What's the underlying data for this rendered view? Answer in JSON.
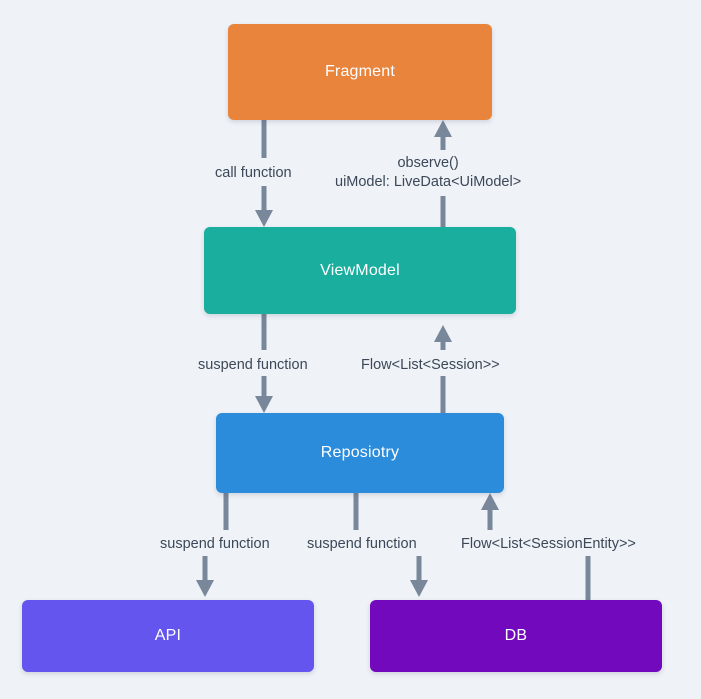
{
  "diagram": {
    "title": "Android app architecture data flow",
    "background_color": "#eff2f7",
    "connector_color": "#78879a",
    "label_text_color": "#3c4858"
  },
  "nodes": [
    {
      "id": "fragment",
      "label": "Fragment",
      "color": "#e8843c",
      "layer": "ui"
    },
    {
      "id": "viewmodel",
      "label": "ViewModel",
      "color": "#1aae9f",
      "layer": "presentation"
    },
    {
      "id": "repository",
      "label": "Reposiotry",
      "color": "#2b8cdc",
      "layer": "data"
    },
    {
      "id": "api",
      "label": "API",
      "color": "#6355ee",
      "layer": "remote-source"
    },
    {
      "id": "db",
      "label": "DB",
      "color": "#7209bd",
      "layer": "local-source"
    }
  ],
  "edges": [
    {
      "id": "fragment-to-viewmodel",
      "from": "fragment",
      "to": "viewmodel",
      "direction": "down",
      "label_lines": [
        "call function"
      ]
    },
    {
      "id": "viewmodel-to-fragment",
      "from": "viewmodel",
      "to": "fragment",
      "direction": "up",
      "label_lines": [
        "observe()",
        "uiModel: LiveData<UiModel>"
      ]
    },
    {
      "id": "viewmodel-to-repository",
      "from": "viewmodel",
      "to": "repository",
      "direction": "down",
      "label_lines": [
        "suspend function"
      ]
    },
    {
      "id": "repository-to-viewmodel",
      "from": "repository",
      "to": "viewmodel",
      "direction": "up",
      "label_lines": [
        "Flow<List<Session>>"
      ]
    },
    {
      "id": "repository-to-api",
      "from": "repository",
      "to": "api",
      "direction": "down",
      "label_lines": [
        "suspend function"
      ]
    },
    {
      "id": "repository-to-db",
      "from": "repository",
      "to": "db",
      "direction": "down",
      "label_lines": [
        "suspend function"
      ]
    },
    {
      "id": "db-to-repository",
      "from": "db",
      "to": "repository",
      "direction": "up",
      "label_lines": [
        "Flow<List<SessionEntity>>"
      ]
    }
  ],
  "edge_labels": {
    "call_function": "call function",
    "observe_line1": "observe()",
    "observe_line2": "uiModel: LiveData<UiModel>",
    "suspend_function_vm": "suspend function",
    "flow_list_session": "Flow<List<Session>>",
    "suspend_function_api": "suspend function",
    "suspend_function_db": "suspend function",
    "flow_list_session_entity": "Flow<List<SessionEntity>>"
  }
}
